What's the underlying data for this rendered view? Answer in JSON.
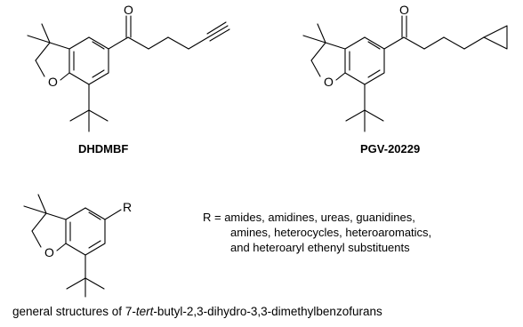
{
  "compounds": [
    {
      "name": "DHDMBF"
    },
    {
      "name": "PGV-20229"
    }
  ],
  "atoms": {
    "oxygen": "O",
    "r_group": "R"
  },
  "r_group_definition": {
    "line1": "R = amides, amidines, ureas, guanidines,",
    "line2": "amines, heterocycles, heteroaromatics,",
    "line3": "and heteroaryl ethenyl substituents"
  },
  "caption": {
    "prefix": "general structures of 7-",
    "italic": "tert",
    "suffix": "-butyl-2,3-dihydro-3,3-dimethylbenzofurans"
  }
}
